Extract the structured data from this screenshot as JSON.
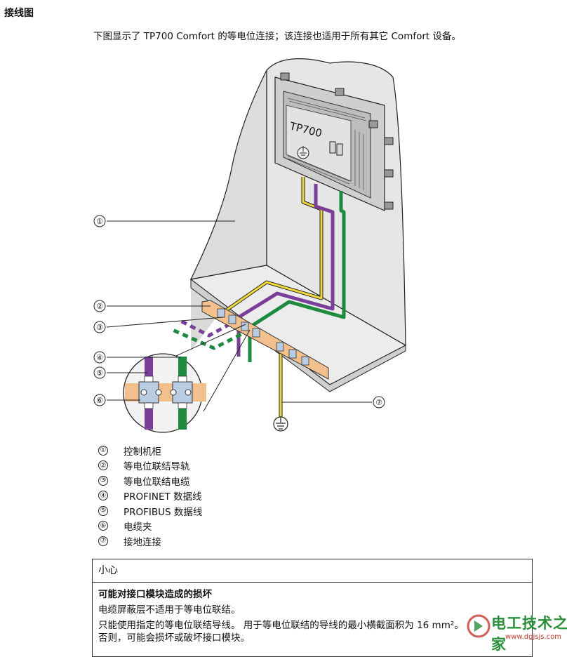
{
  "heading": "接线图",
  "intro": "下图显示了 TP700 Comfort 的等电位连接；该连接也适用于所有其它 Comfort 设备。",
  "diagram": {
    "device_label": "TP700",
    "callouts": [
      "①",
      "②",
      "③",
      "④",
      "⑤",
      "⑥",
      "⑦"
    ],
    "colors": {
      "cabinet": "#e6e6e6",
      "rail": "#f2c08c",
      "yellow": "#f0d73a",
      "purple": "#7b3f9a",
      "green": "#1d8a3e",
      "device": "#d0d0d0"
    }
  },
  "legend": [
    {
      "num": "①",
      "label": "控制机柜"
    },
    {
      "num": "②",
      "label": "等电位联结导轨"
    },
    {
      "num": "③",
      "label": "等电位联结电缆"
    },
    {
      "num": "④",
      "label": "PROFINET 数据线"
    },
    {
      "num": "⑤",
      "label": "PROFIBUS 数据线"
    },
    {
      "num": "⑥",
      "label": "电缆夹"
    },
    {
      "num": "⑦",
      "label": "接地连接"
    }
  ],
  "caution": {
    "title": "小心",
    "subtitle": "可能对接口模块造成的损坏",
    "lines": [
      "电缆屏蔽层不适用于等电位联结。",
      "只能使用指定的等电位联结导线。 用于等电位联结的导线的最小横截面积为 16 mm²。",
      "否则，可能会损坏或破坏接口模块。"
    ]
  },
  "watermark": {
    "text": "电工技术之家",
    "url": "www.dgjsjs.com"
  }
}
